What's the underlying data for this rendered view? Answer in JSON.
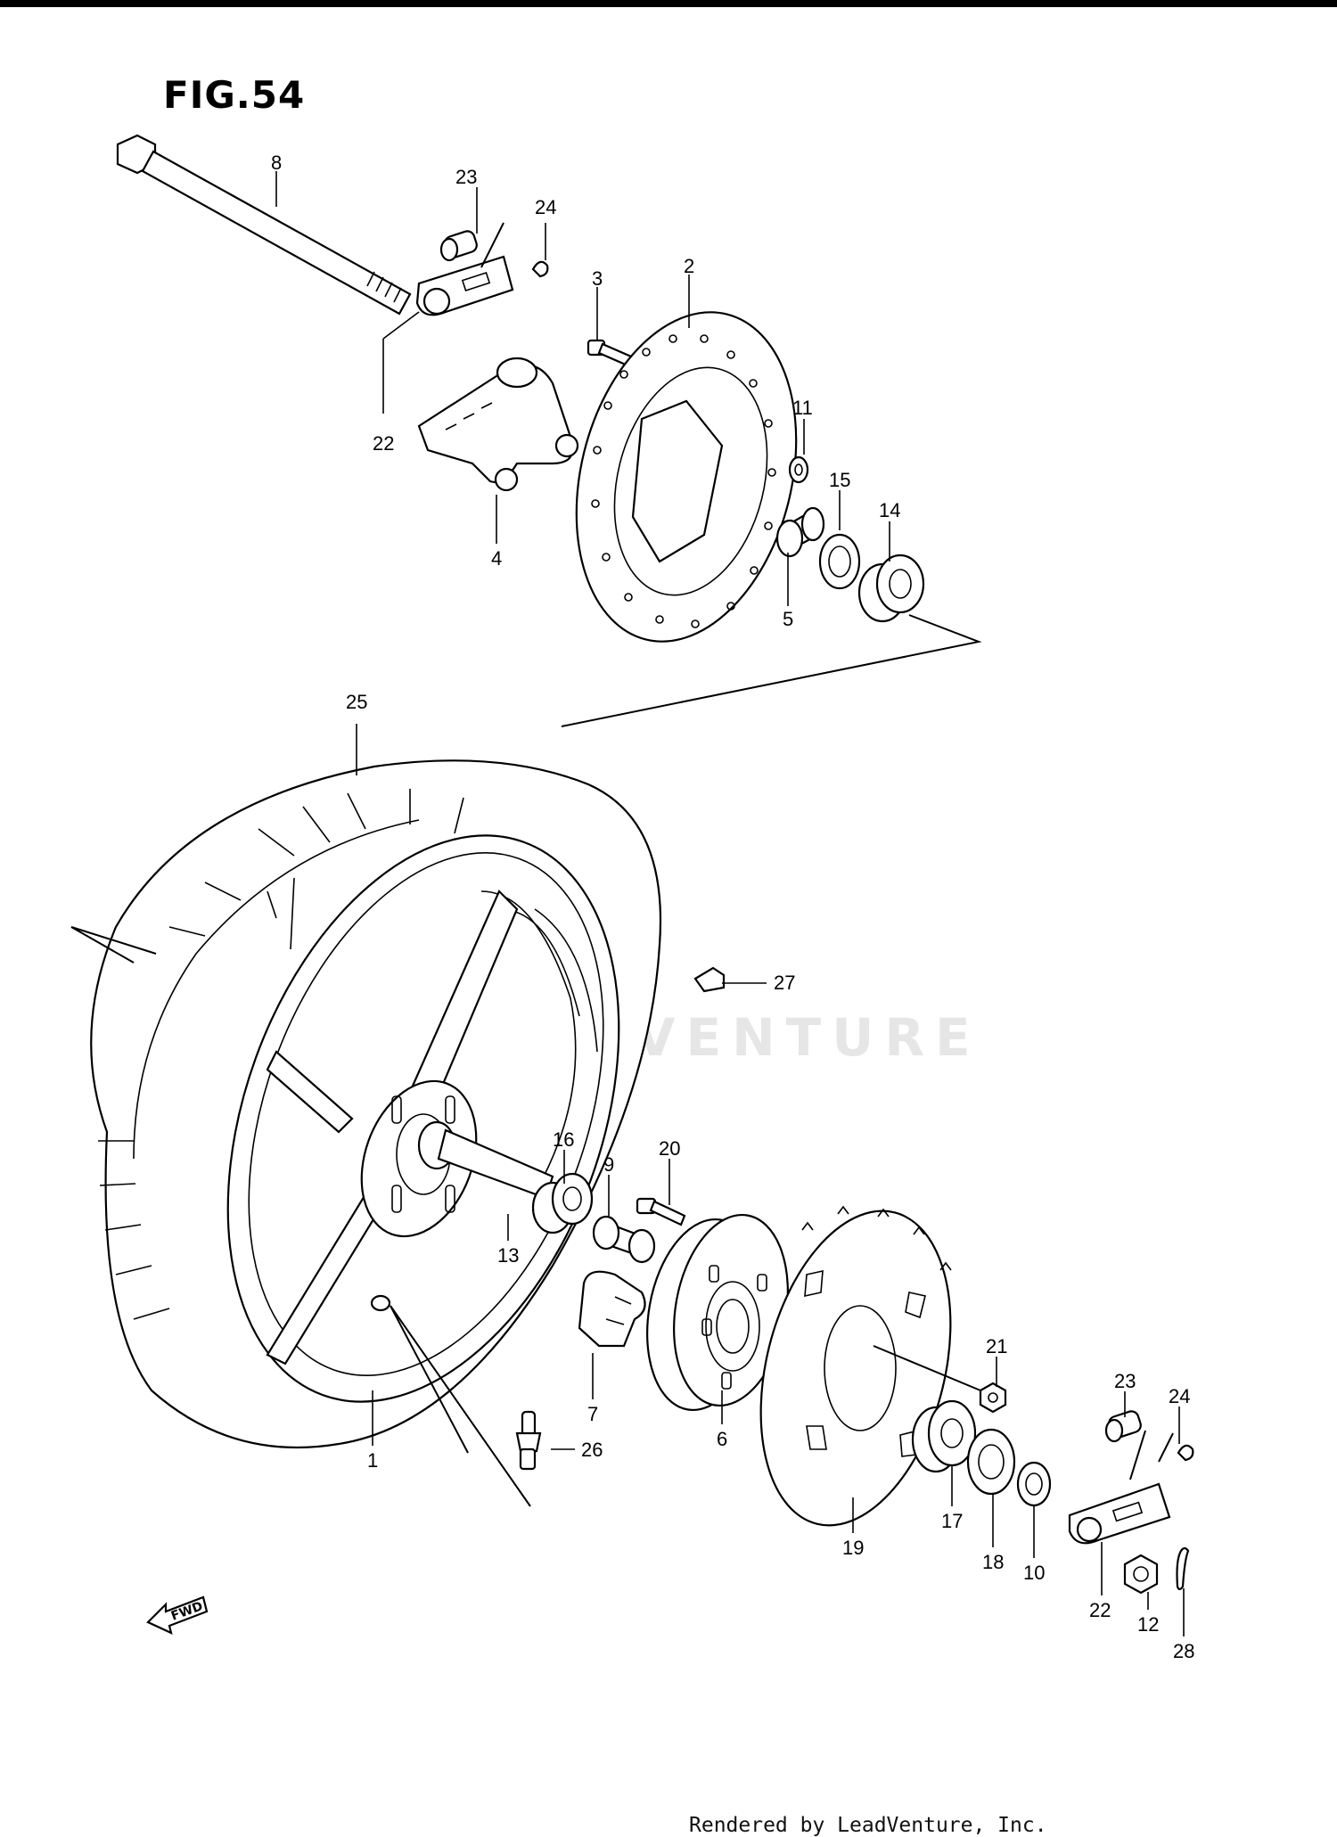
{
  "figure": {
    "title": "FIG.54"
  },
  "watermark": {
    "text": "LEADVENTURE"
  },
  "footer": {
    "text": "Rendered by LeadVenture, Inc."
  },
  "fwd_arrow": {
    "label": "FWD",
    "icon": "fwd-arrow-icon"
  },
  "parts": [
    {
      "ref": "1"
    },
    {
      "ref": "2"
    },
    {
      "ref": "3"
    },
    {
      "ref": "4"
    },
    {
      "ref": "5"
    },
    {
      "ref": "6"
    },
    {
      "ref": "7"
    },
    {
      "ref": "8"
    },
    {
      "ref": "9"
    },
    {
      "ref": "10"
    },
    {
      "ref": "11"
    },
    {
      "ref": "12"
    },
    {
      "ref": "13"
    },
    {
      "ref": "14"
    },
    {
      "ref": "15"
    },
    {
      "ref": "16"
    },
    {
      "ref": "17"
    },
    {
      "ref": "18"
    },
    {
      "ref": "19"
    },
    {
      "ref": "20"
    },
    {
      "ref": "21"
    },
    {
      "ref": "22"
    },
    {
      "ref": "22"
    },
    {
      "ref": "23"
    },
    {
      "ref": "23"
    },
    {
      "ref": "24"
    },
    {
      "ref": "24"
    },
    {
      "ref": "25"
    },
    {
      "ref": "26"
    },
    {
      "ref": "27"
    },
    {
      "ref": "28"
    }
  ]
}
